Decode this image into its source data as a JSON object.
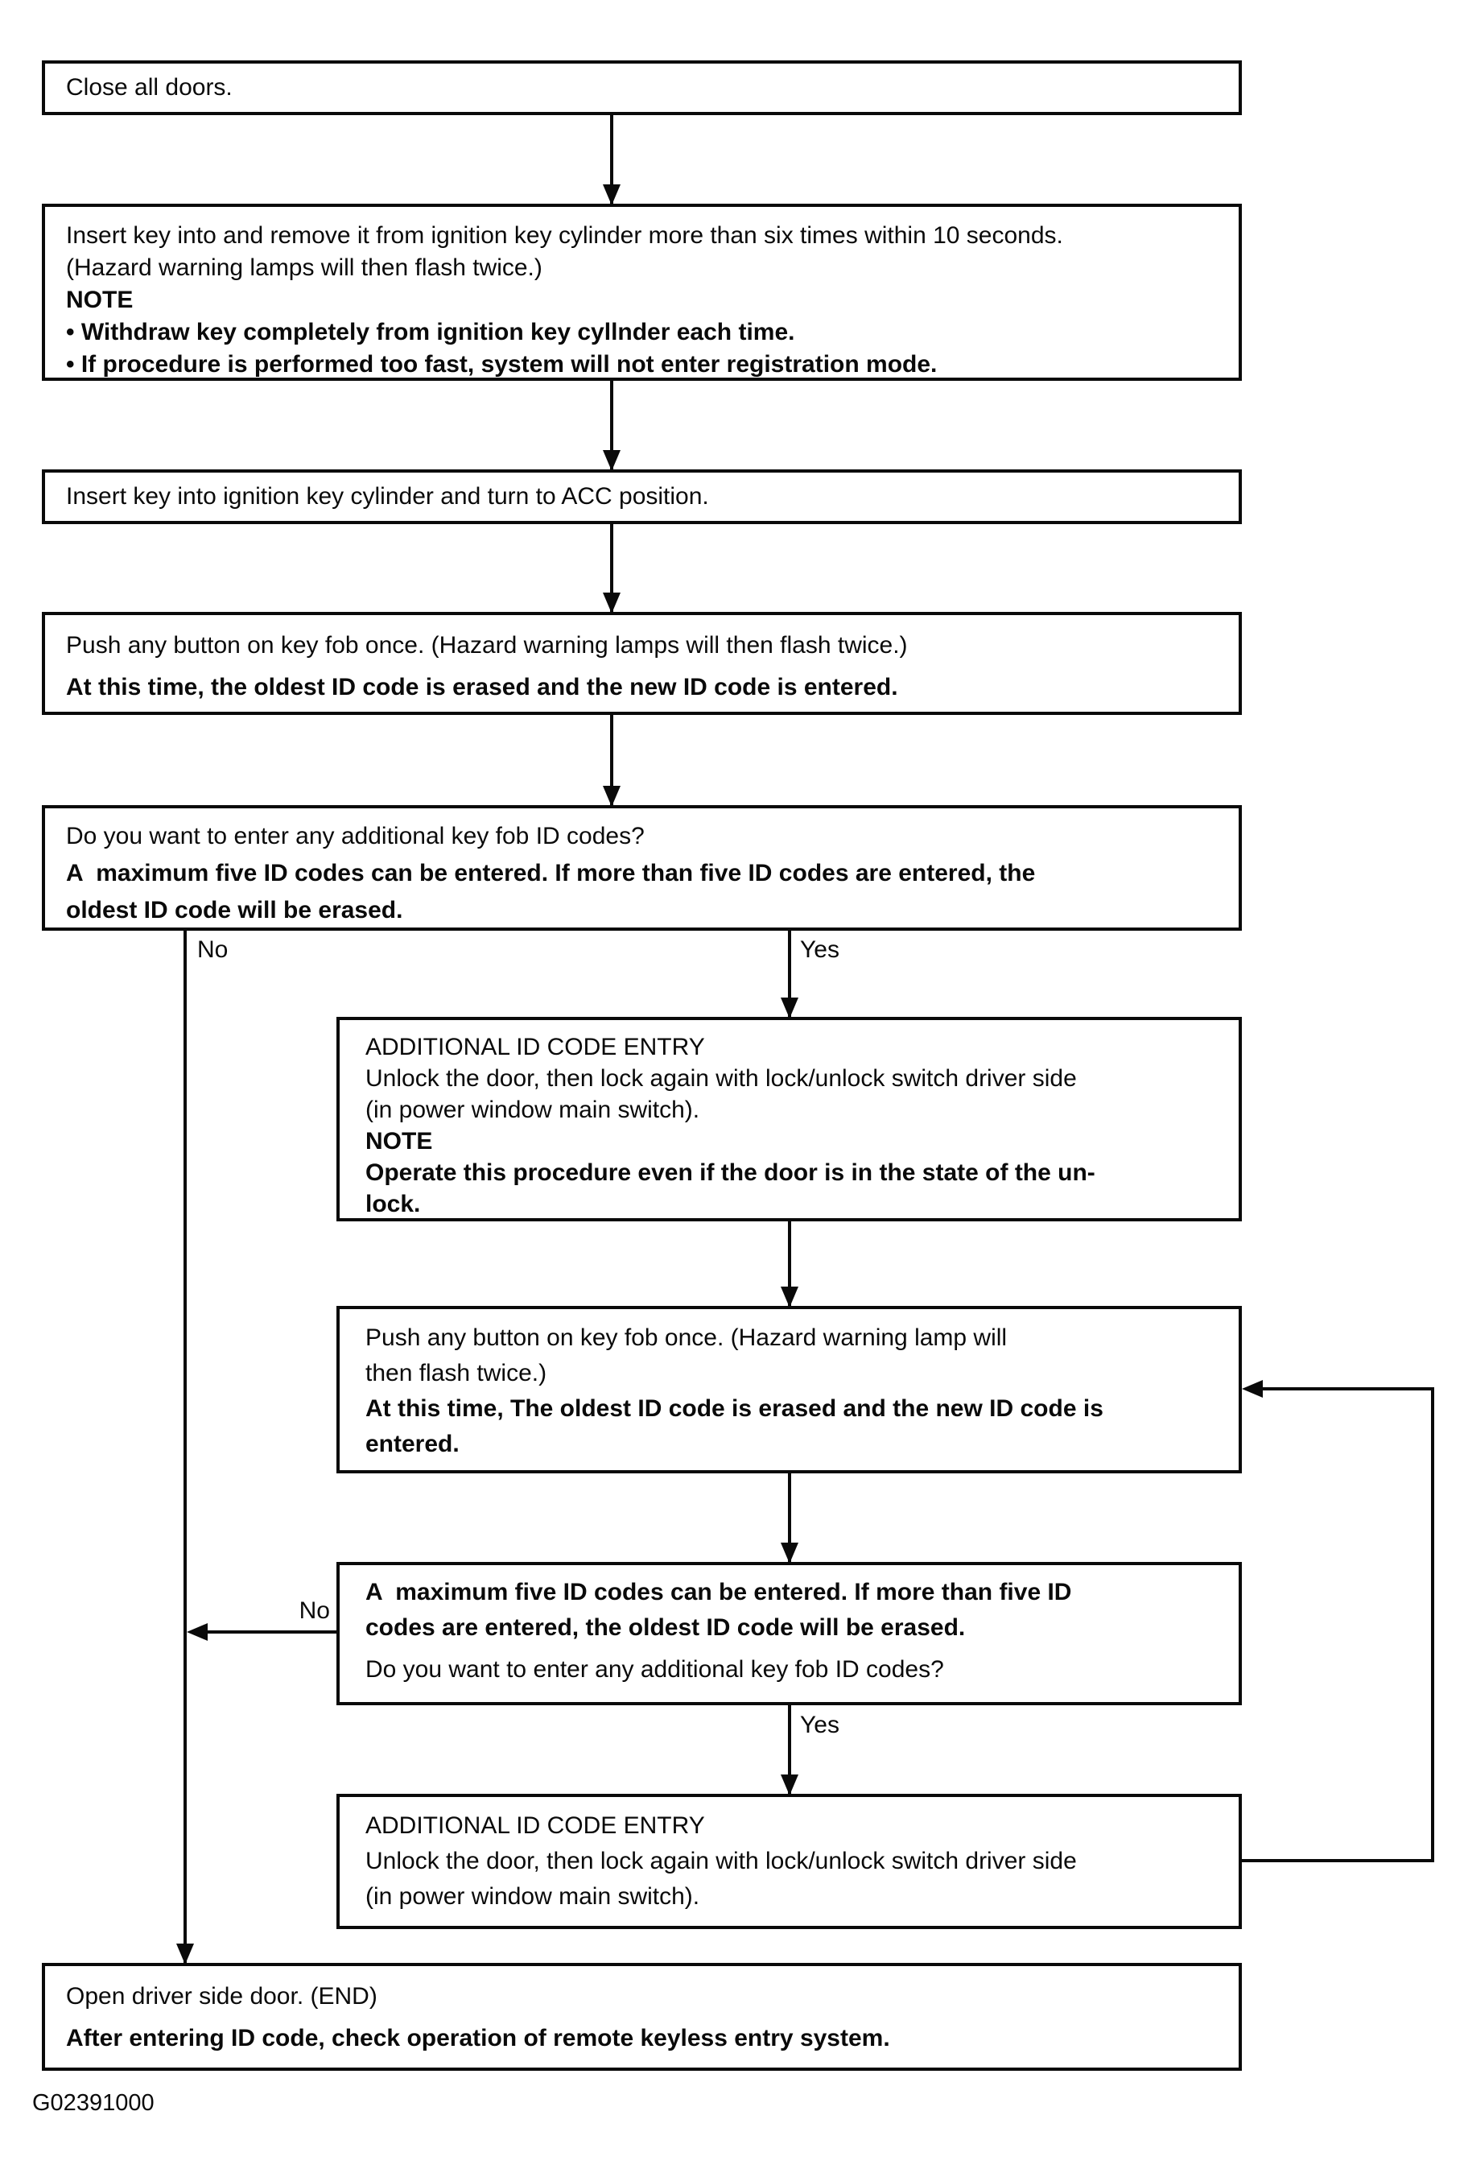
{
  "flowchart": {
    "figure_id": "G02391000",
    "labels": {
      "no": "No",
      "yes": "Yes"
    },
    "boxes": {
      "close_doors": {
        "lines": [
          "Close all doors."
        ]
      },
      "insert_remove_key": {
        "lines": [
          "Insert key into and remove it from ignition key cylinder more than six times within 10 seconds.",
          "(Hazard warning lamps will then flash twice.)",
          "NOTE",
          "• Withdraw key completely from ignition key cyllnder each time.",
          "• If procedure is performed too fast, system will not enter registration mode."
        ]
      },
      "turn_to_acc": {
        "lines": [
          "Insert key into ignition key cylinder and turn to ACC position."
        ]
      },
      "push_button_first": {
        "lines": [
          "Push any button on key fob once. (Hazard warning lamps will then flash twice.)",
          "At this time, the oldest ID code is erased and the new ID code is entered."
        ]
      },
      "additional_question_first": {
        "lines": [
          "Do you want to enter any additional key fob ID codes?",
          "A  maximum five ID codes can be entered. If more than five ID codes are entered, the",
          "oldest ID code will be erased."
        ]
      },
      "additional_entry_first": {
        "lines": [
          "ADDITIONAL ID CODE ENTRY",
          "Unlock the door, then lock again with lock/unlock switch driver side",
          "(in power window main switch).",
          "NOTE",
          "Operate this procedure even if the door is in the state of the un-",
          "lock."
        ]
      },
      "push_button_loop": {
        "lines": [
          "Push any button on key fob once. (Hazard warning lamp will",
          "then flash twice.)",
          "At this time, The oldest ID code is erased and the new ID code is",
          "entered."
        ]
      },
      "additional_question_loop": {
        "lines": [
          "A  maximum five ID codes can be entered. If more than five ID",
          "codes are entered, the oldest ID code will be erased.",
          "Do you want to enter any additional key fob ID codes?"
        ]
      },
      "additional_entry_loop": {
        "lines": [
          "ADDITIONAL ID CODE ENTRY",
          "Unlock the door, then lock again with lock/unlock switch driver side",
          "(in power window main switch)."
        ]
      },
      "open_door_end": {
        "lines": [
          "Open driver side door. (END)",
          "After entering ID code, check operation of remote keyless entry system."
        ]
      }
    }
  }
}
